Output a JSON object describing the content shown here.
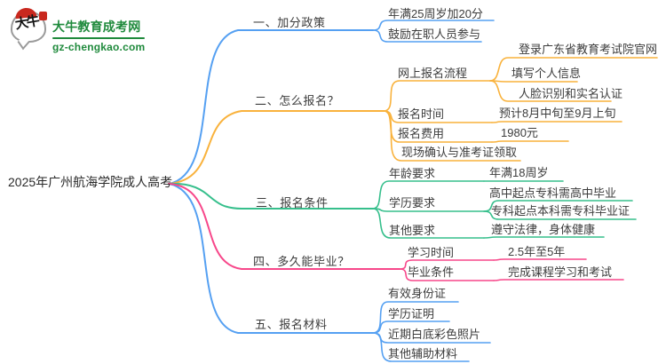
{
  "page": {
    "background": "#ffffff"
  },
  "logo": {
    "bubble_text": "大牛",
    "title": "大牛教育成考网",
    "domain": "gz-chengkao.com",
    "colors": {
      "brand_green": "#1F8A3C",
      "seal_red": "#C9281E"
    }
  },
  "root": {
    "label": "2025年广州航海学院成人高考"
  },
  "colors": {
    "branch_blue": "#55A0F2",
    "branch_orange": "#F9B23C",
    "branch_green": "#36BF8C",
    "branch_pink": "#F7478A",
    "text": "#3C3C3C"
  },
  "branches": [
    {
      "label": "一、加分政策",
      "color": "#55A0F2",
      "children": [
        {
          "label": "年满25周岁加20分"
        },
        {
          "label": "鼓励在职人员参与"
        }
      ]
    },
    {
      "label": "二、怎么报名？",
      "color": "#F9B23C",
      "children": [
        {
          "label": "网上报名流程",
          "children": [
            {
              "label": "登录广东省教育考试院官网"
            },
            {
              "label": "填写个人信息"
            },
            {
              "label": "人脸识别和实名认证"
            }
          ]
        },
        {
          "label": "报名时间",
          "children": [
            {
              "label": "预计8月中旬至9月上旬"
            }
          ]
        },
        {
          "label": "报名费用",
          "children": [
            {
              "label": "1980元"
            }
          ]
        },
        {
          "label": "现场确认与准考证领取"
        }
      ]
    },
    {
      "label": "三、报名条件",
      "color": "#36BF8C",
      "children": [
        {
          "label": "年龄要求",
          "children": [
            {
              "label": "年满18周岁"
            }
          ]
        },
        {
          "label": "学历要求",
          "children": [
            {
              "label": "高中起点专科需高中毕业"
            },
            {
              "label": "专科起点本科需专科毕业证"
            }
          ]
        },
        {
          "label": "其他要求",
          "children": [
            {
              "label": "遵守法律，身体健康"
            }
          ]
        }
      ]
    },
    {
      "label": "四、多久能毕业？",
      "color": "#F7478A",
      "children": [
        {
          "label": "学习时间",
          "children": [
            {
              "label": "2.5年至5年"
            }
          ]
        },
        {
          "label": "毕业条件",
          "children": [
            {
              "label": "完成课程学习和考试"
            }
          ]
        }
      ]
    },
    {
      "label": "五、报名材料",
      "color": "#55A0F2",
      "children": [
        {
          "label": "有效身份证"
        },
        {
          "label": "学历证明"
        },
        {
          "label": "近期白底彩色照片"
        },
        {
          "label": "其他辅助材料"
        }
      ]
    }
  ]
}
